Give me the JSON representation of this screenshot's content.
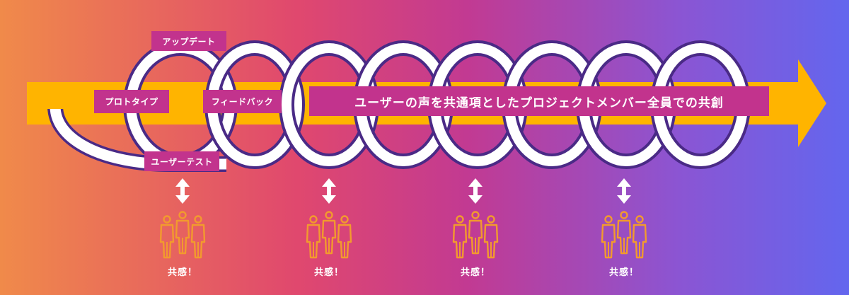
{
  "labels": {
    "update": "アップデート",
    "prototype": "プロトタイプ",
    "feedback": "フィードバック",
    "user_test": "ユーザーテスト",
    "main": "ユーザーの声を共通項としたプロジェクトメンバー全員での共創"
  },
  "empathy": [
    "共感！",
    "共感！",
    "共感！",
    "共感！"
  ],
  "colors": {
    "arrow": "#ffb400",
    "loop_stroke": "#ffffff",
    "loop_outline": "#4a2a86",
    "label_bg": "#c2338d",
    "people": "#f29a2e"
  },
  "icons": {
    "arrow": "big-right-arrow",
    "loops": "iteration-loops",
    "vertical_arrow": "double-vertical-arrow-icon",
    "people": "people-group-icon"
  }
}
